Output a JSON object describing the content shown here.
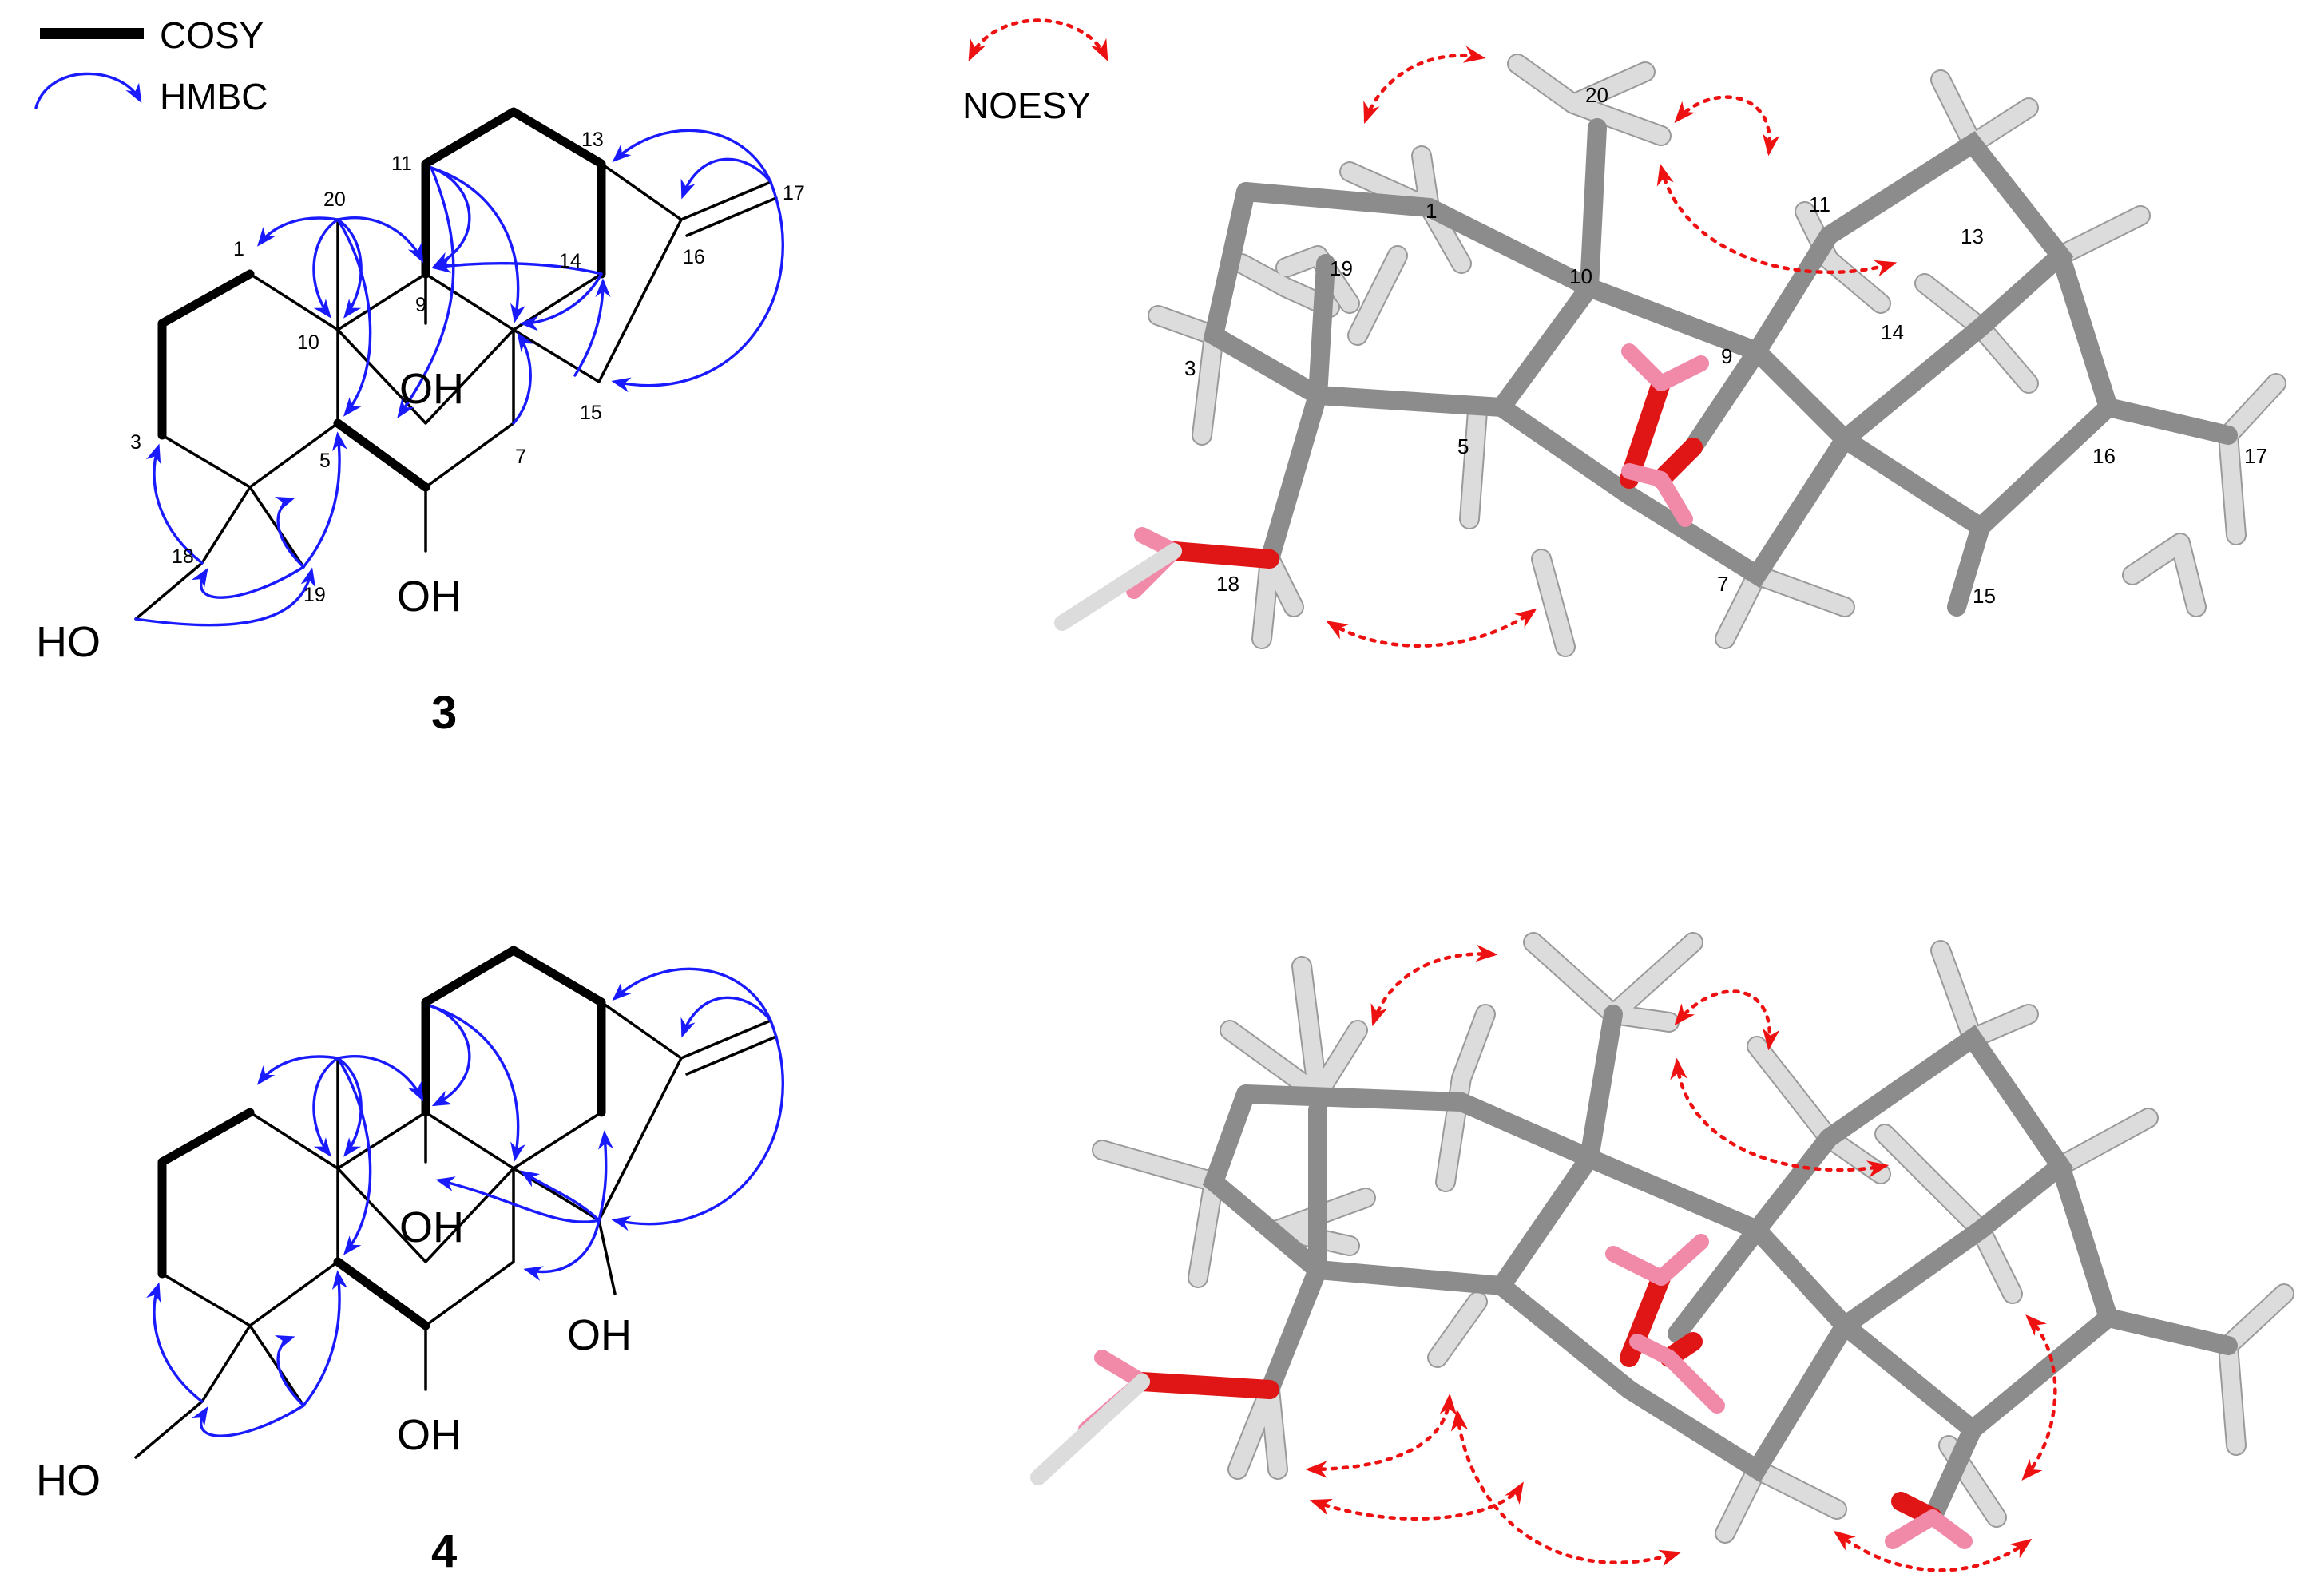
{
  "legend": {
    "cosy_label": "COSY",
    "hmbc_label": "HMBC",
    "noesy_label": "NOESY"
  },
  "compound3": {
    "id": "3",
    "groups": {
      "oh_ring": "OH",
      "oh_c6": "OH",
      "ho_c18": "HO"
    },
    "numbers": [
      "1",
      "3",
      "5",
      "7",
      "9",
      "10",
      "11",
      "13",
      "14",
      "15",
      "16",
      "17",
      "18",
      "19",
      "20"
    ]
  },
  "compound4": {
    "id": "4",
    "groups": {
      "oh_ring": "OH",
      "oh_c6": "OH",
      "oh_c15": "OH",
      "ho_c18": "HO"
    }
  },
  "model3d_top": {
    "labels": [
      "20",
      "1",
      "11",
      "10",
      "13",
      "19",
      "9",
      "14",
      "3",
      "5",
      "16",
      "17",
      "18",
      "7",
      "15"
    ]
  },
  "colors": {
    "hmbc": "#1a1aff",
    "noesy": "#ee1111",
    "cosy": "#000000",
    "carbon": "#8c8c8c",
    "hydrogen": "#dcdcdc",
    "oxygen": "#e01515",
    "hydroxyl_h": "#f08aa8"
  }
}
